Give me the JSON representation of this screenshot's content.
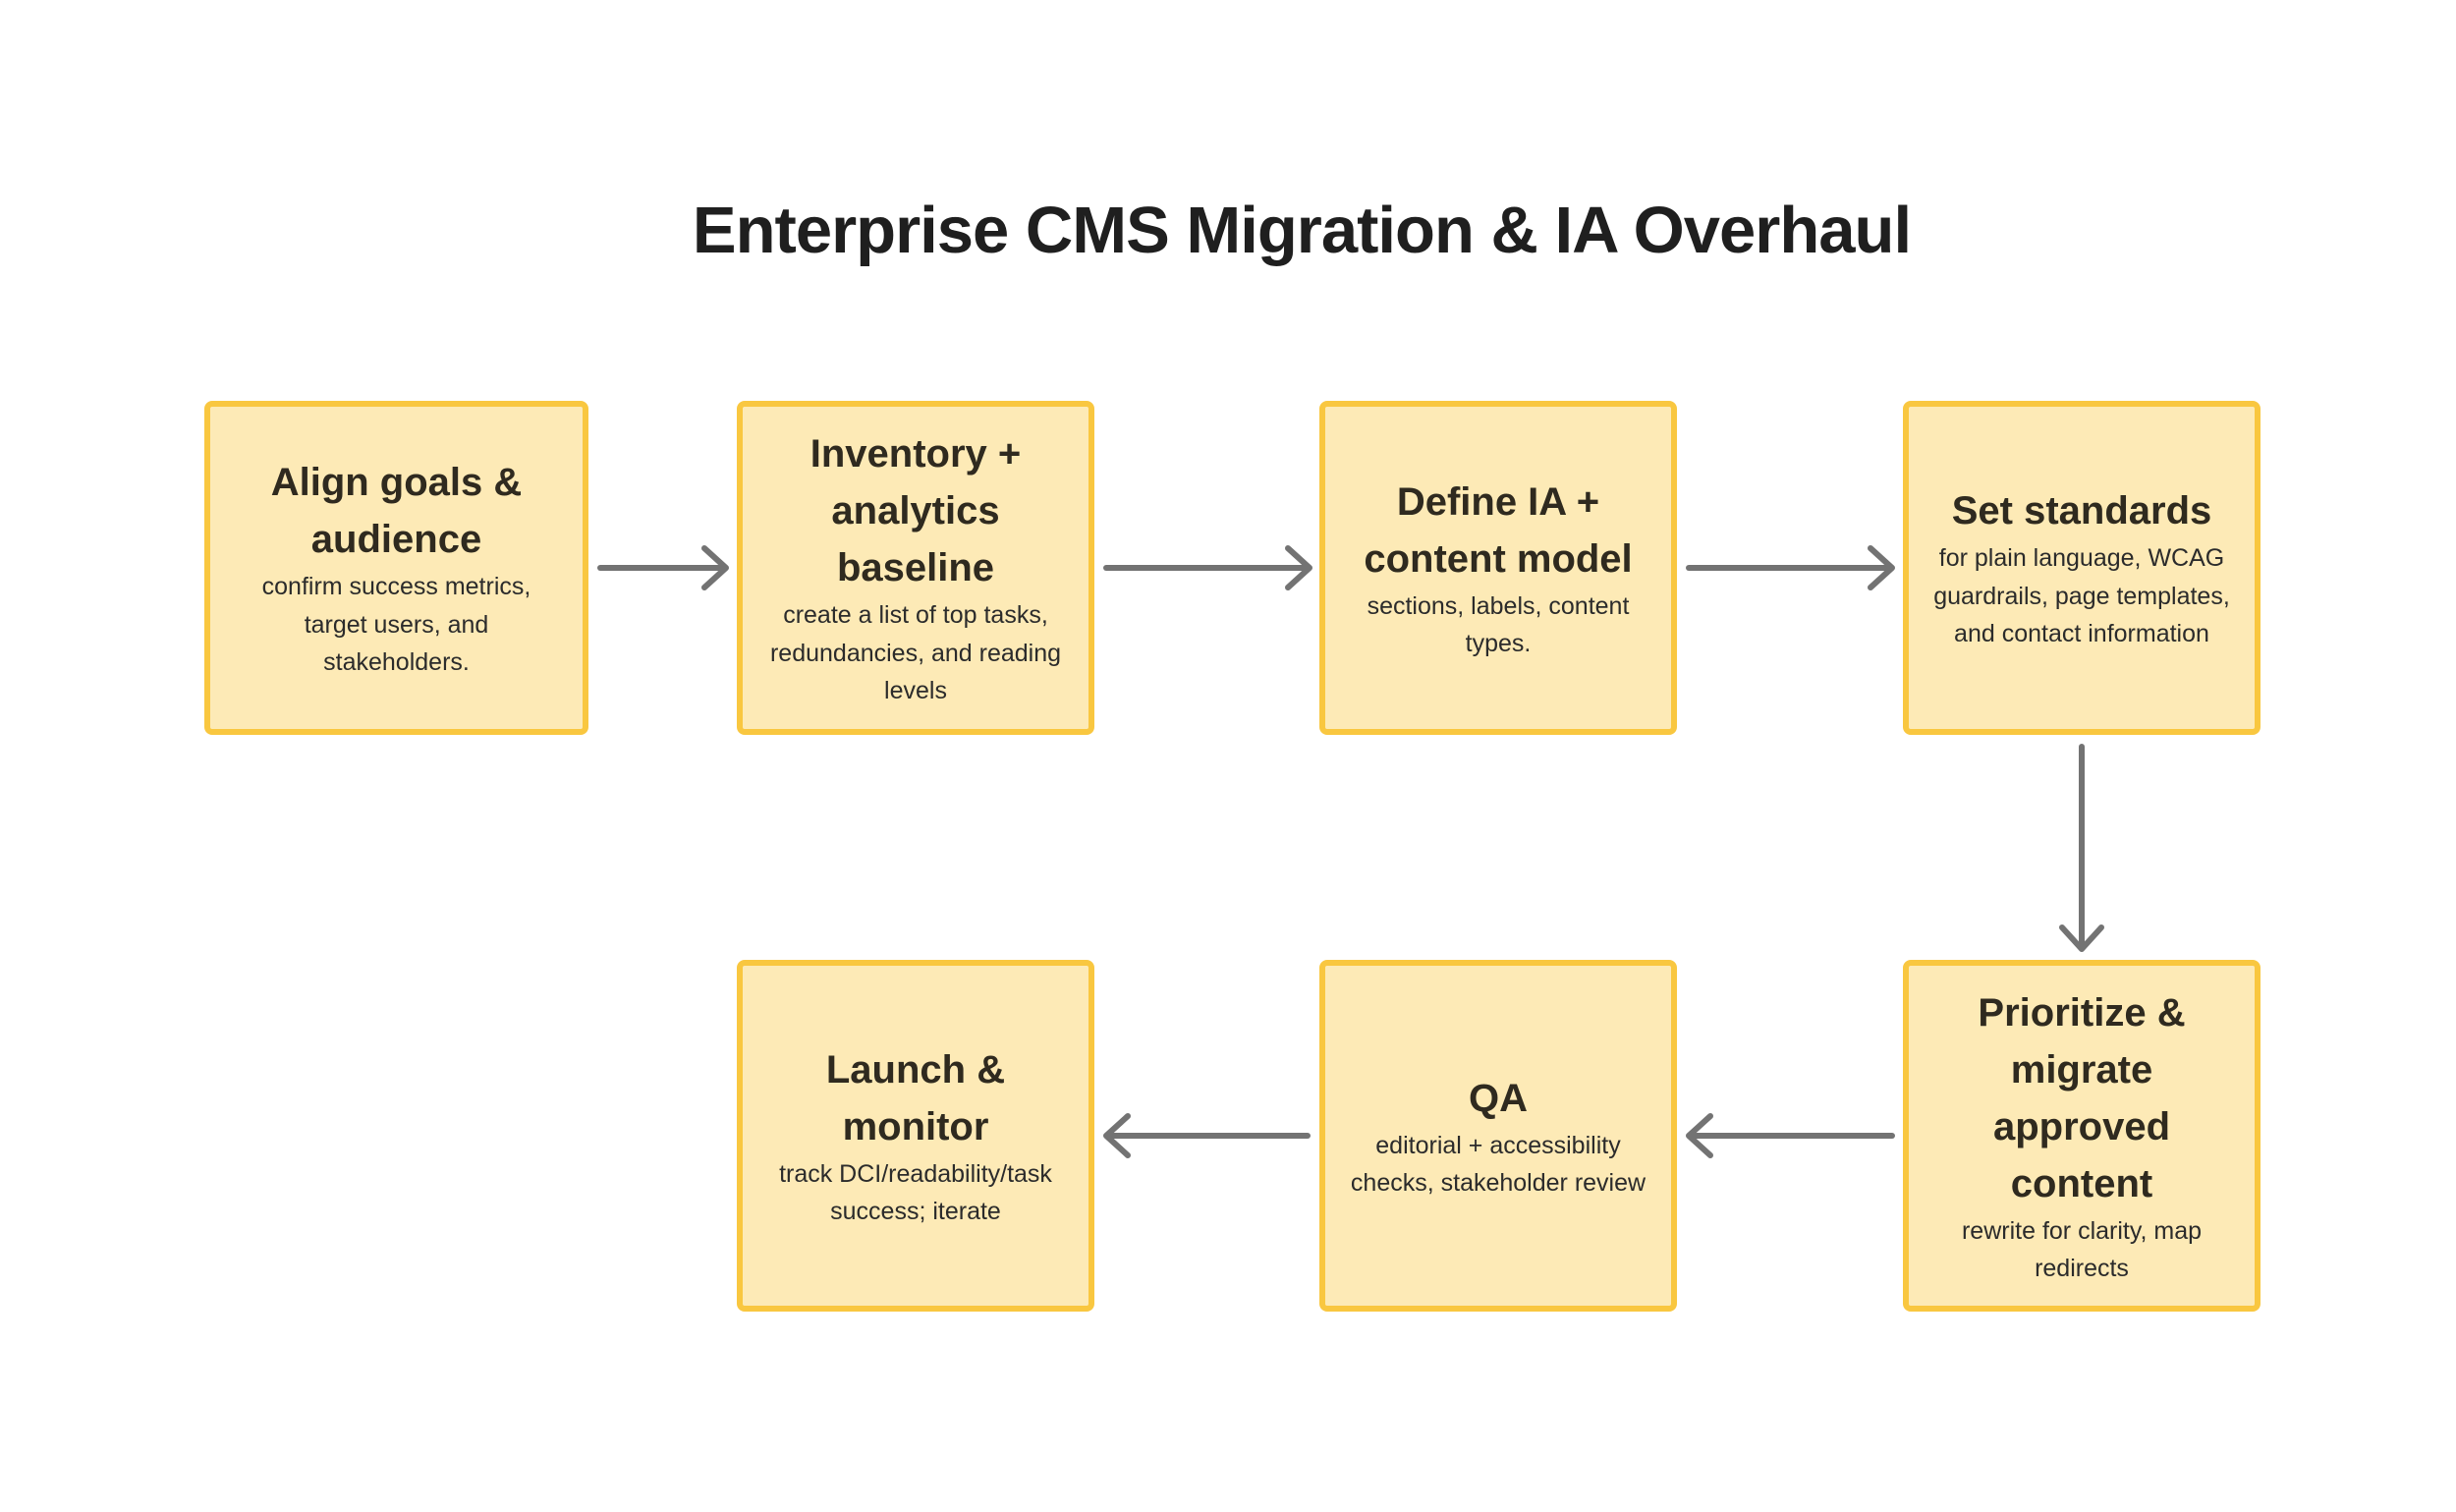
{
  "title": "Enterprise CMS Migration & IA Overhaul",
  "steps": [
    {
      "title": "Align goals & audience",
      "desc": "confirm success metrics, target users, and stakeholders."
    },
    {
      "title": "Inventory + analytics baseline",
      "desc": "create a list of top tasks, redundancies, and reading levels"
    },
    {
      "title": "Define IA + content model",
      "desc": "sections, labels, content types."
    },
    {
      "title": "Set standards",
      "desc": "for plain language, WCAG guardrails, page templates, and contact information"
    },
    {
      "title": "Prioritize & migrate approved content",
      "desc": "rewrite for clarity, map redirects"
    },
    {
      "title": "QA",
      "desc": "editorial + accessibility checks, stakeholder review"
    },
    {
      "title": "Launch & monitor",
      "desc": "track DCI/readability/task success; iterate"
    }
  ],
  "colors": {
    "box_fill": "#fdeab6",
    "box_border": "#f9c740",
    "arrow": "#737373"
  }
}
